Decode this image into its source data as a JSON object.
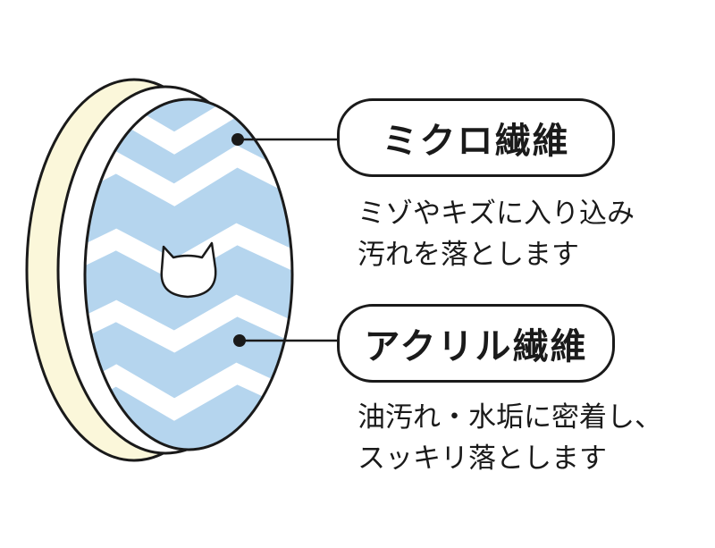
{
  "labels": {
    "micro": {
      "title": "ミクロ繊維",
      "lines": [
        "ミゾやキズに入り込み",
        "汚れを落とします"
      ]
    },
    "acrylic": {
      "title": "アクリル繊維",
      "lines": [
        "油汚れ・水垢に密着し、",
        "スッキリ落とします"
      ]
    }
  },
  "colors": {
    "face_blue": "#b5d5ee",
    "stripe_white": "#ffffff",
    "rim_cream": "#fbf7da",
    "outline": "#1a1a1a"
  },
  "icons": {
    "center": "cat-head-icon"
  }
}
